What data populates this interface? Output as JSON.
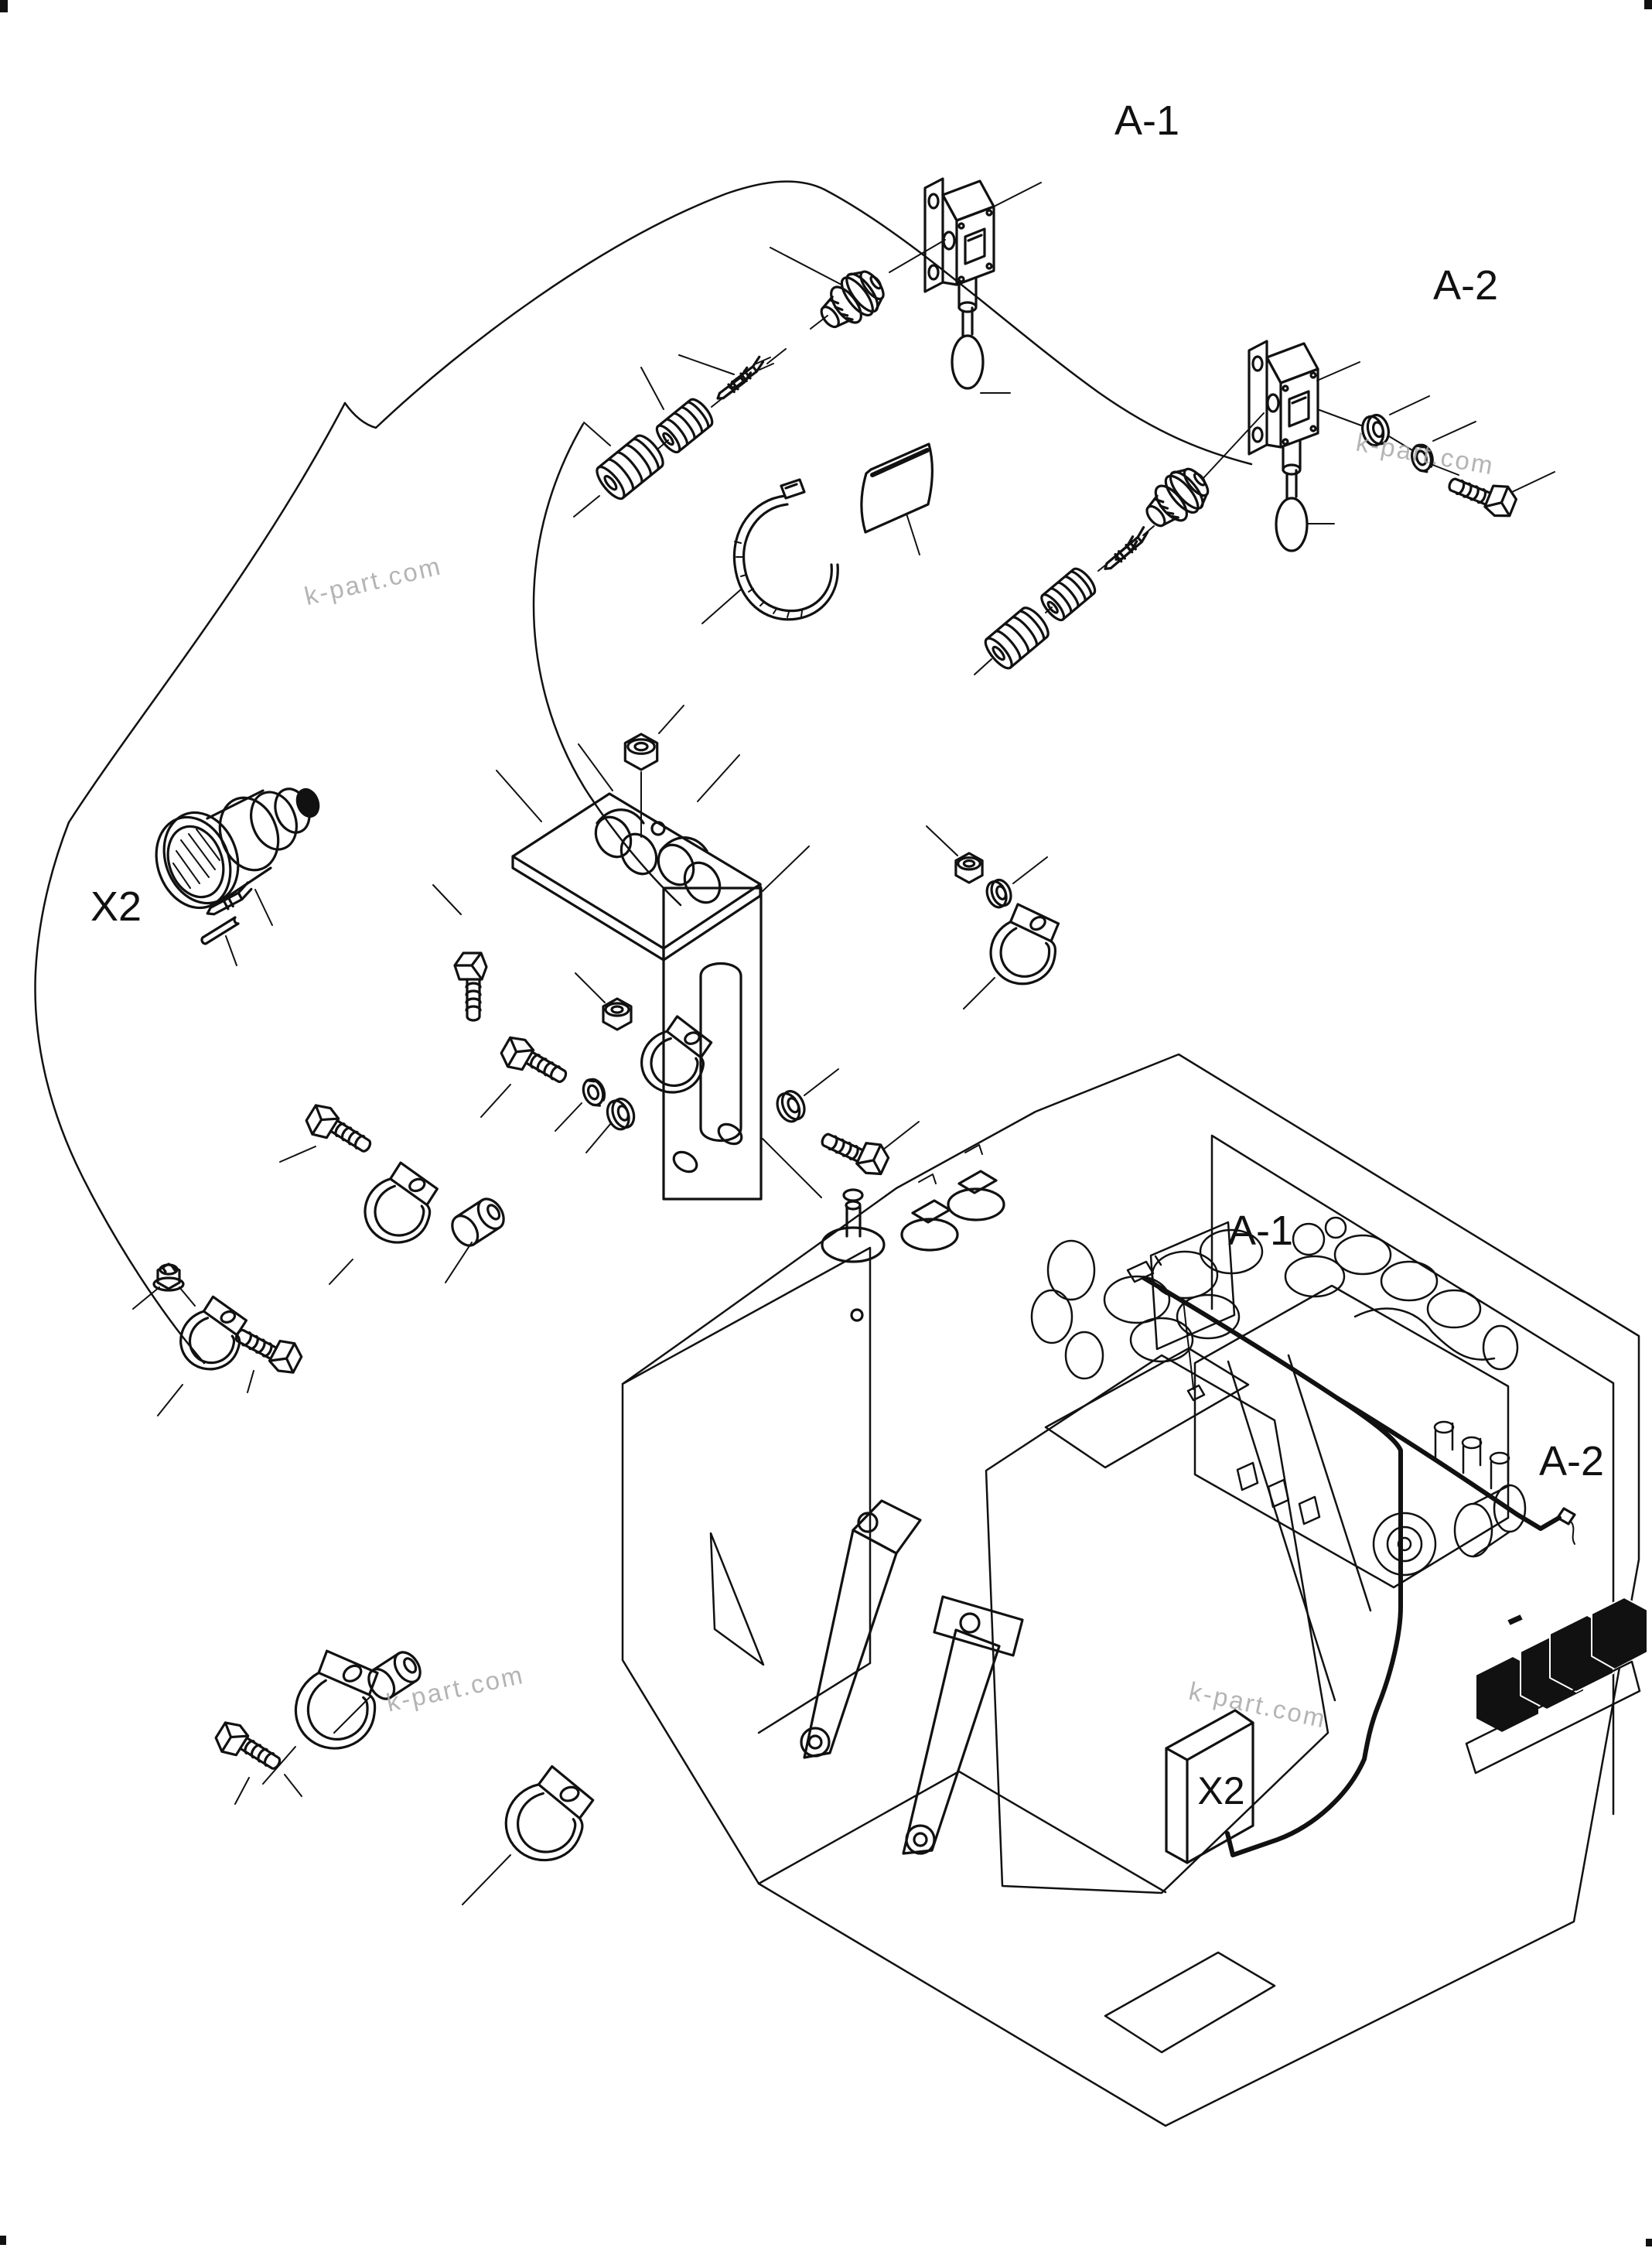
{
  "labels": {
    "a1_top": "A-1",
    "a2_top": "A-2",
    "x2_left": "X2",
    "a1_machine": "A-1",
    "a2_machine": "A-2",
    "x2_machine": "X2"
  },
  "watermark": {
    "text": "k-part.com",
    "color": "#a8a8a8"
  },
  "colors": {
    "line": "#111111",
    "background": "#ffffff",
    "battery_fill": "#111111"
  }
}
